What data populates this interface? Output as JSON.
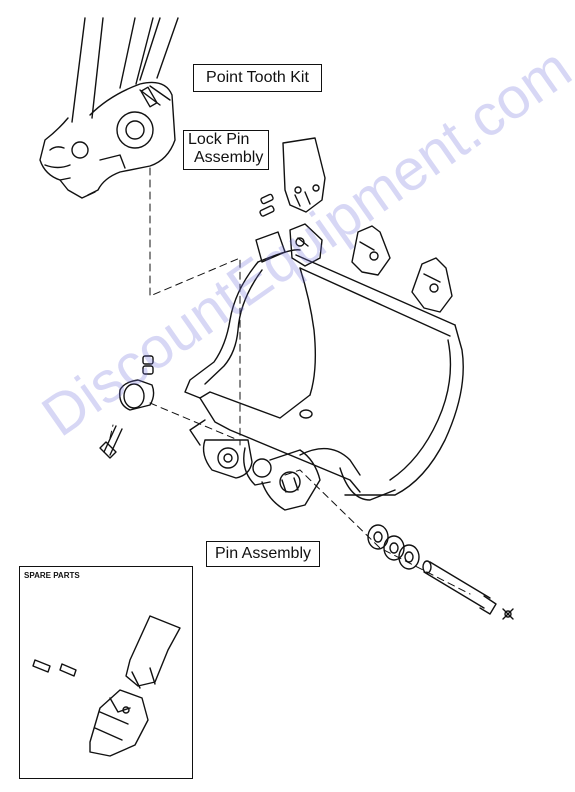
{
  "labels": {
    "point_tooth_kit": "Point Tooth Kit",
    "lock_pin_line1": "Lock Pin",
    "lock_pin_line2": "Assembly",
    "pin_assembly": "Pin Assembly",
    "spare_parts": "SPARE PARTS"
  },
  "watermark": "DiscountEquipment.com",
  "colors": {
    "line": "#111111",
    "watermark": "#6e6edc",
    "background": "#ffffff"
  }
}
